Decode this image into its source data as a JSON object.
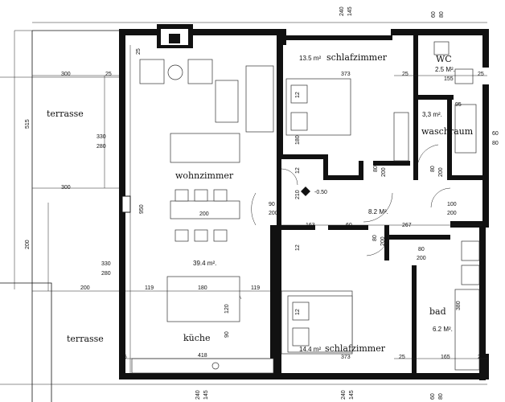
{
  "rooms": {
    "terrasse_top": {
      "label": "terrasse"
    },
    "terrasse_bottom": {
      "label": "terrasse"
    },
    "wohnzimmer": {
      "label": "wohnzimmer",
      "area": "39.4 m²."
    },
    "kueche": {
      "label": "küche"
    },
    "schlafzimmer_top": {
      "label": "schlafzimmer",
      "area": "13.5 m²"
    },
    "schlafzimmer_bottom": {
      "label": "schlafzimmer",
      "area": "14.4 m²"
    },
    "wc": {
      "label": "WC",
      "area": "2.5 M²."
    },
    "waschraum": {
      "label": "waschraum",
      "area": "3,3 m²."
    },
    "flur": {
      "area": "8.2 M²."
    },
    "bad": {
      "label": "bad",
      "area": "6.2 M²."
    }
  },
  "level": "-0.50",
  "dims": {
    "top_240": "240",
    "top_145": "145",
    "top_60": "60",
    "top_80": "80",
    "bottom_240a": "240",
    "bottom_145a": "145",
    "bottom_240b": "240",
    "bottom_145b": "145",
    "bottom_60": "60",
    "bottom_80": "80",
    "terr_300a": "300",
    "terr_25a": "25",
    "terr_515": "515",
    "terr_330a": "330",
    "terr_280a": "280",
    "terr_300b": "300",
    "terr_200v": "200",
    "terr_330b": "330",
    "terr_280b": "280",
    "terr_200h": "200",
    "d_950": "950",
    "d_119a": "119",
    "d_180": "180",
    "d_119b": "119",
    "d_418": "418",
    "d_25c": "25",
    "d_120": "120",
    "d_90k": "90",
    "d_200table": "200",
    "door_90": "90",
    "door_200": "200",
    "sz_373a": "373",
    "sz_373b": "373",
    "d_12a": "12",
    "d_12b": "12",
    "d_12c": "12",
    "d_12d": "12",
    "d_210": "210",
    "d_163": "163",
    "d_60f": "60",
    "d_267": "267",
    "d_80a": "80",
    "d_200a": "200",
    "d_80b": "80",
    "d_200b": "200",
    "d_80c": "80",
    "d_200c": "200",
    "d_80d": "80",
    "d_200d": "200",
    "d_100": "100",
    "d_200e": "200",
    "d_60w": "60",
    "d_80w": "80",
    "d_80bad": "80",
    "d_200bad": "200",
    "d_180bed": "180",
    "d_155": "155",
    "d_25w": "25",
    "d_25x": "25",
    "d_95": "95",
    "d_25y": "25",
    "d_165": "165",
    "d_25z": "25",
    "d_380": "380",
    "d_25top": "25"
  }
}
